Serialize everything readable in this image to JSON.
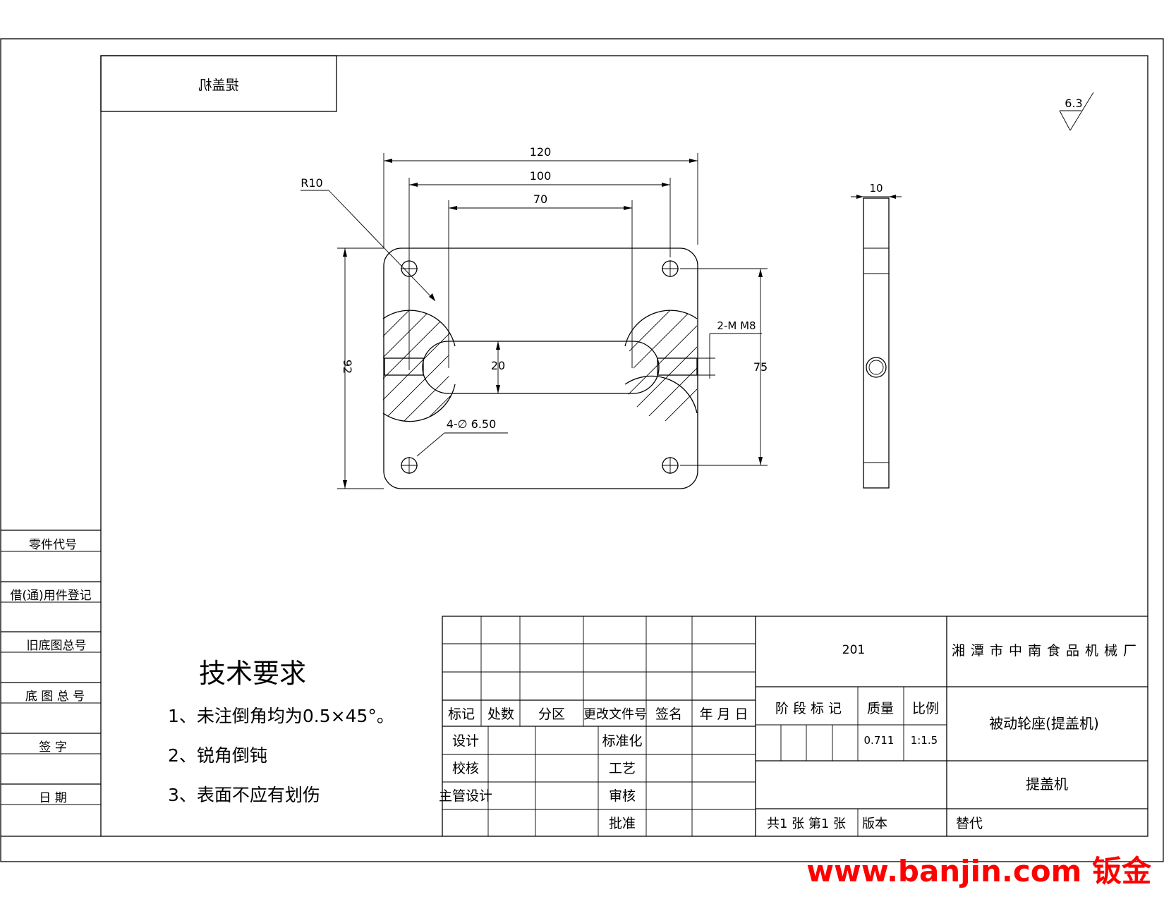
{
  "mirror_label": "提盖机",
  "roughness": "6.3",
  "dims": {
    "d120": "120",
    "d100": "100",
    "d70": "70",
    "r10": "R10",
    "d92": "92",
    "d20": "20",
    "d75": "75",
    "thread": "2-M M8",
    "holes": "4-∅ 6.50",
    "d10": "10"
  },
  "side_blocks": [
    "零件代号",
    "借(通)用件登记",
    "旧底图总号",
    "底 图 总 号",
    "签   字",
    "日   期"
  ],
  "tech": {
    "title": "技术要求",
    "items": [
      "1、未注倒角均为0.5×45°。",
      "2、锐角倒钝",
      "3、表面不应有划伤"
    ]
  },
  "revision_headers": [
    "标记",
    "处数",
    "分区",
    "更改文件号",
    "签名",
    "年 月 日"
  ],
  "approval_rows": [
    {
      "left": "设计",
      "right": "标准化"
    },
    {
      "left": "校核",
      "right": "工艺"
    },
    {
      "left": "主管设计",
      "right": "审核"
    },
    {
      "left": "",
      "right": "批准"
    }
  ],
  "title_block": {
    "drawing_no": "201",
    "company": "湘潭市中南食品机械厂",
    "stage_label": "阶 段 标 记",
    "mass_label": "质量",
    "scale_label": "比例",
    "mass_value": "0.711",
    "scale_value": "1:1.5",
    "part_name": "被动轮座(提盖机)",
    "machine": "提盖机",
    "sheets": "共1 张  第1 张",
    "version": "版本",
    "replace": "替代"
  },
  "watermark": "www.banjin.com 钣金",
  "colors": {
    "watermark": "#ff0000",
    "lines": "#000000"
  }
}
